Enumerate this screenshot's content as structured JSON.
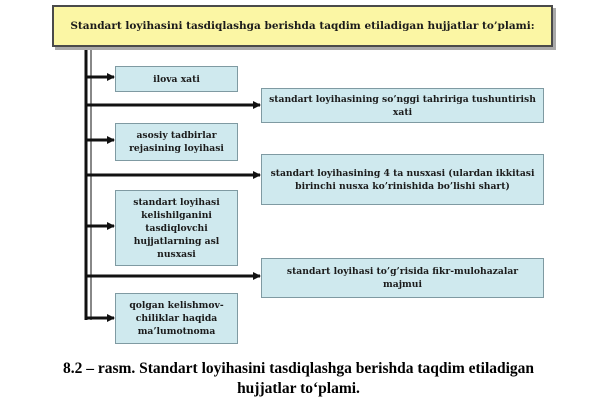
{
  "diagram": {
    "title": "Standart loyihasini tasdiqlashga berishda taqdim etiladigan hujjatlar to’plami:",
    "items": [
      "ilova xati",
      "standart loyihasining so’nggi tahririga tushuntirish xati",
      "asosiy tadbirlar rejasining loyihasi",
      "standart loyihasining 4 ta nusxasi (ulardan ikkitasi birinchi nusxa ko’rinishida bo’lishi shart)",
      "standart loyihasi kelishilganini tasdiqlovchi hujjatlarning asl nusxasi",
      "standart loyihasi to’g’risida fikr-mulohazalar majmui",
      "qolgan kelishmov-chiliklar haqida ma’lumotnoma"
    ]
  },
  "caption": {
    "line1": "8.2 – rasm. Standart loyihasini tasdiqlashga berishda taqdim etiladigan",
    "line2": "hujjatlar to‘plami."
  }
}
